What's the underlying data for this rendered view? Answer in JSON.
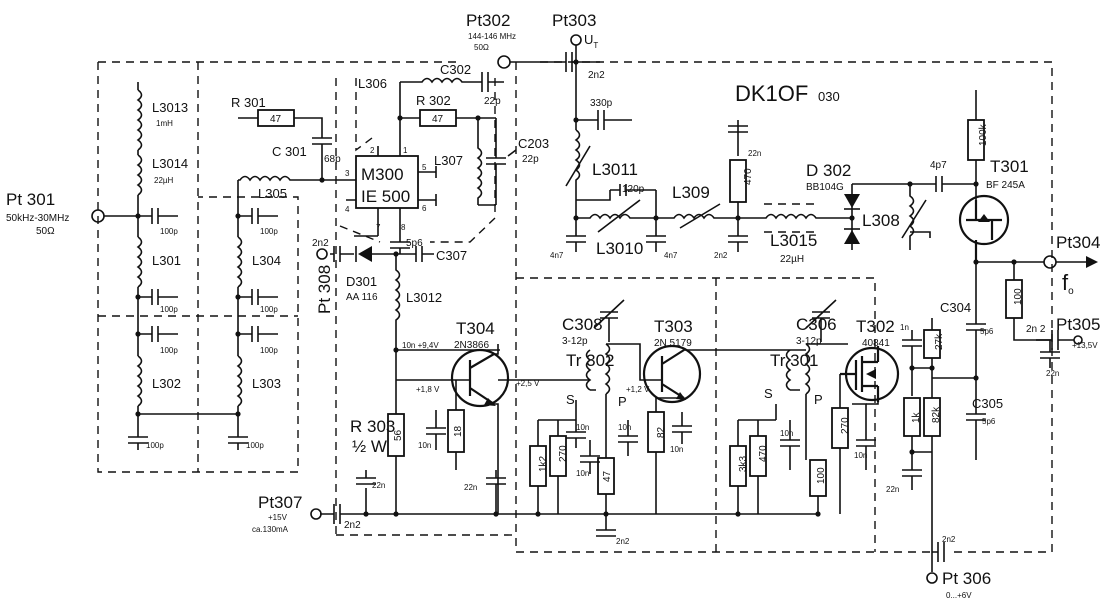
{
  "title": {
    "main": "DK1OF",
    "sub": "030"
  },
  "ports": {
    "pt301": {
      "name": "Pt 301",
      "desc": "50kHz-30MHz",
      "imp": "50Ω"
    },
    "pt302": {
      "name": "Pt302",
      "desc": "144-146 MHz",
      "imp": "50Ω"
    },
    "pt303": {
      "name": "Pt303",
      "ut": "U",
      "ut_sub": "T"
    },
    "pt304": {
      "name": "Pt304",
      "fo": "f",
      "fo_sub": "o"
    },
    "pt305": {
      "name": "Pt305",
      "volt": "+13,5V"
    },
    "pt306": {
      "name": "Pt 306",
      "volt": "0...+6V"
    },
    "pt307": {
      "name": "Pt307",
      "volt": "+15V",
      "cur": "ca.130mA"
    },
    "pt308": {
      "name": "Pt 308"
    }
  },
  "ic": {
    "name": "M300",
    "part": "IE 500",
    "pins": [
      "1",
      "2",
      "3",
      "4",
      "5",
      "6",
      "7",
      "8"
    ]
  },
  "transistors": {
    "t301": {
      "name": "T301",
      "part": "BF 245A"
    },
    "t302": {
      "name": "T302",
      "part": "40841"
    },
    "t303": {
      "name": "T303",
      "part": "2N 5179"
    },
    "t304": {
      "name": "T304",
      "part": "2N3866"
    }
  },
  "diodes": {
    "d301": {
      "name": "D301",
      "part": "AA 116"
    },
    "d302": {
      "name": "D 302",
      "part": "BB104G"
    }
  },
  "inductors": {
    "l3013": {
      "name": "L3013",
      "val": "1mH"
    },
    "l3014": {
      "name": "L3014",
      "val": "22µH"
    },
    "l301": "L301",
    "l302": "L302",
    "l303": "L303",
    "l304": "L304",
    "l305": "L305",
    "l306": "L306",
    "l307": "L307",
    "l308": "L308",
    "l309": "L309",
    "l3010": "L3010",
    "l3011": "L3011",
    "l3012": "L3012",
    "l3015": {
      "name": "L3015",
      "val": "22µH"
    }
  },
  "transformers": {
    "tr301": "Tr 301",
    "tr302": "Tr 302",
    "s": "S",
    "p": "P"
  },
  "resistors": {
    "r301": {
      "name": "R 301",
      "val": "47"
    },
    "r302": {
      "name": "R 302",
      "val": "47"
    },
    "r303": {
      "name": "R 303",
      "rating": "½ W",
      "val": "56"
    },
    "v470a": "470",
    "v100k": "100k",
    "v100a": "100",
    "v27k": "27k",
    "v1k": "1k",
    "v82k": "82k",
    "v270a": "270",
    "v100b": "100",
    "v470b": "470",
    "v3k3": "3k3",
    "v82": "82",
    "v47": "47",
    "v270b": "270",
    "v1k2": "1k2",
    "v18": "18"
  },
  "capacitors": {
    "c301": {
      "name": "C 301",
      "val": "68p"
    },
    "c302": {
      "name": "C302",
      "val": "22p"
    },
    "c203": {
      "name": "C203",
      "val": "22p"
    },
    "c304": {
      "name": "C304",
      "val": "5p6"
    },
    "c305": {
      "name": "C305",
      "val": "5p6"
    },
    "c306": {
      "name": "C306",
      "val": "3-12p"
    },
    "c307": {
      "name": "C307"
    },
    "c308": {
      "name": "C308",
      "val": "3-12p"
    },
    "v2n2": "2n2",
    "v330p": "330p",
    "v120p": "120p",
    "v4n7": "4n7",
    "v22n": "22n",
    "v4p7": "4p7",
    "v100p": "100p",
    "v5p6": "5p6",
    "v10n": "10n",
    "v1n": "1n",
    "v2n2sp": "2n 2"
  },
  "annotations": {
    "v94": "10n +9,4V",
    "v18": "+1,8 V",
    "v25": "+2,5 V",
    "v12": "+1,2 V",
    "p12": "P"
  }
}
